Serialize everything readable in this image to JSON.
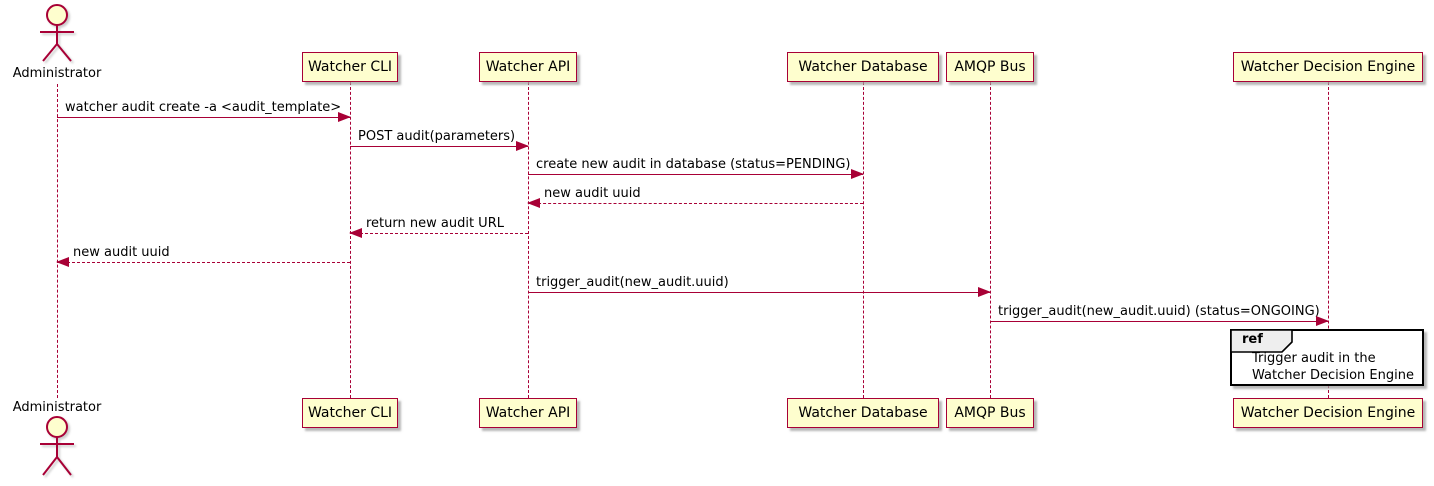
{
  "diagram": {
    "type": "uml-sequence",
    "actor": {
      "name": "Administrator"
    },
    "participants": [
      {
        "id": "watcher-cli",
        "label": "Watcher CLI"
      },
      {
        "id": "watcher-api",
        "label": "Watcher API"
      },
      {
        "id": "watcher-database",
        "label": "Watcher Database"
      },
      {
        "id": "amqp-bus",
        "label": "AMQP Bus"
      },
      {
        "id": "watcher-decision-engine",
        "label": "Watcher Decision Engine"
      }
    ],
    "messages": [
      {
        "from": "Administrator",
        "to": "Watcher CLI",
        "style": "solid",
        "label": "watcher audit create -a <audit_template>"
      },
      {
        "from": "Watcher CLI",
        "to": "Watcher API",
        "style": "solid",
        "label": "POST audit(parameters)"
      },
      {
        "from": "Watcher API",
        "to": "Watcher Database",
        "style": "solid",
        "label": "create new audit in database (status=PENDING)"
      },
      {
        "from": "Watcher Database",
        "to": "Watcher API",
        "style": "dashed",
        "label": "new audit uuid"
      },
      {
        "from": "Watcher API",
        "to": "Watcher CLI",
        "style": "dashed",
        "label": "return new audit URL"
      },
      {
        "from": "Watcher CLI",
        "to": "Administrator",
        "style": "dashed",
        "label": "new audit uuid"
      },
      {
        "from": "Watcher API",
        "to": "AMQP Bus",
        "style": "solid",
        "label": "trigger_audit(new_audit.uuid)"
      },
      {
        "from": "AMQP Bus",
        "to": "Watcher Decision Engine",
        "style": "solid",
        "label": "trigger_audit(new_audit.uuid) (status=ONGOING)"
      }
    ],
    "ref": {
      "keyword": "ref",
      "lines": [
        "Trigger audit in the",
        "Watcher Decision Engine"
      ]
    },
    "colors": {
      "participant_fill": "#FEFECE",
      "participant_border": "#A80036",
      "arrow": "#A80036",
      "lifeline": "#A80036",
      "ref_label_fill": "#EEEEEE",
      "ref_border": "#000000",
      "text": "#000000"
    }
  }
}
